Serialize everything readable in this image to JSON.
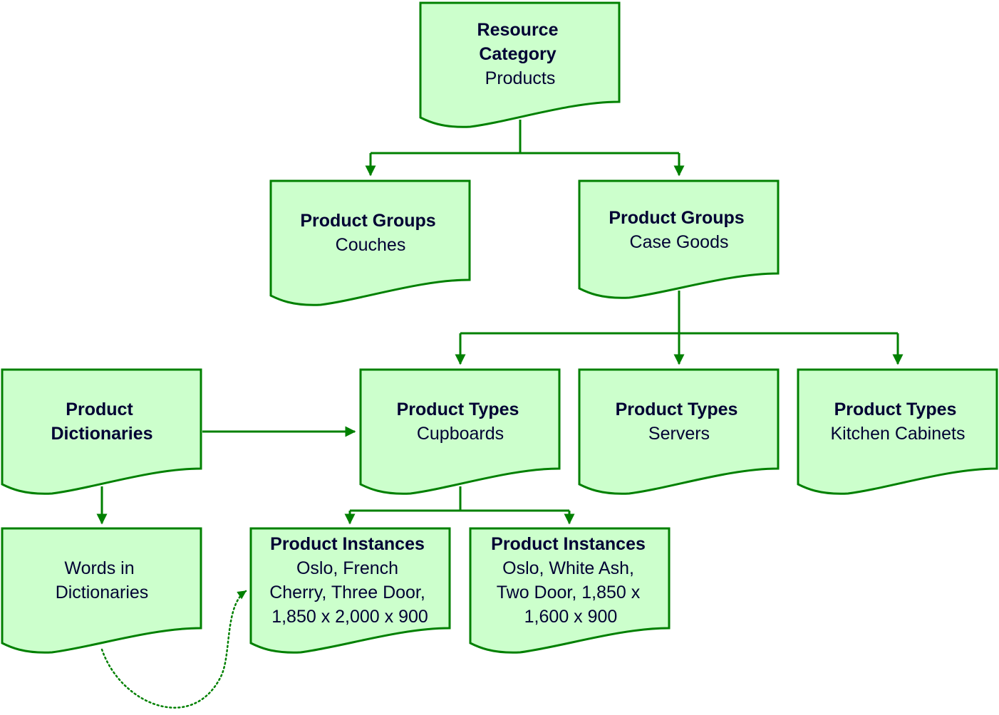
{
  "colors": {
    "node_fill": "#ccffcc",
    "node_stroke": "#008000",
    "connector": "#008000",
    "text": "#000033"
  },
  "nodes": {
    "resource_category": {
      "title_lines": [
        "Resource",
        "Category"
      ],
      "subtitle_lines": [
        "Products"
      ]
    },
    "groups_couches": {
      "title_lines": [
        "Product Groups"
      ],
      "subtitle_lines": [
        "Couches"
      ]
    },
    "groups_case_goods": {
      "title_lines": [
        "Product Groups"
      ],
      "subtitle_lines": [
        "Case Goods"
      ]
    },
    "product_dictionaries": {
      "title_lines": [
        "Product",
        "Dictionaries"
      ],
      "subtitle_lines": []
    },
    "types_cupboards": {
      "title_lines": [
        "Product Types"
      ],
      "subtitle_lines": [
        "Cupboards"
      ]
    },
    "types_servers": {
      "title_lines": [
        "Product Types"
      ],
      "subtitle_lines": [
        "Servers"
      ]
    },
    "types_kitchen_cabinets": {
      "title_lines": [
        "Product Types"
      ],
      "subtitle_lines": [
        "Kitchen Cabinets"
      ]
    },
    "words_in_dictionaries": {
      "title_lines": [],
      "subtitle_lines": [
        "Words in",
        "Dictionaries"
      ]
    },
    "instance_french_cherry": {
      "title_lines": [
        "Product Instances"
      ],
      "subtitle_lines": [
        "Oslo, French",
        "Cherry, Three Door,",
        "1,850 x 2,000 x 900"
      ]
    },
    "instance_white_ash": {
      "title_lines": [
        "Product Instances"
      ],
      "subtitle_lines": [
        "Oslo, White Ash,",
        "Two Door, 1,850 x",
        "1,600 x 900"
      ]
    }
  }
}
